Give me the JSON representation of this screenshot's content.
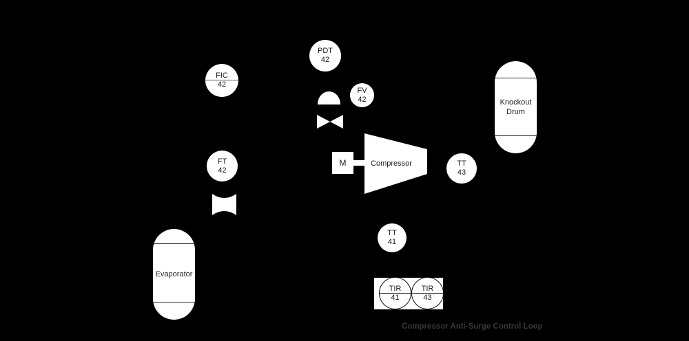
{
  "title": {
    "text": "Compressor Anti-Surge Control Loop",
    "color": "#383838"
  },
  "colors": {
    "background": "#000000",
    "shape_fill": "#ffffff",
    "outline": "#111111",
    "instrument_text": "#1b1b1b"
  },
  "instruments": [
    {
      "id": "FIC-42",
      "tag": "FIC",
      "num": "42"
    },
    {
      "id": "PDT-42",
      "tag": "PDT",
      "num": "42"
    },
    {
      "id": "FV-42",
      "tag": "FV",
      "num": "42"
    },
    {
      "id": "FT-42",
      "tag": "FT",
      "num": "42"
    },
    {
      "id": "TT-43",
      "tag": "TT",
      "num": "43"
    },
    {
      "id": "TT-41",
      "tag": "TT",
      "num": "41"
    },
    {
      "id": "TIR-41",
      "tag": "TIR",
      "num": "41"
    },
    {
      "id": "TIR-43",
      "tag": "TIR",
      "num": "43"
    }
  ],
  "equipment": {
    "compressor": {
      "label": "Compressor"
    },
    "motor": {
      "label": "M"
    },
    "knockout_drum": {
      "label": "Knockout Drum"
    },
    "evaporator": {
      "label": "Evaporator"
    }
  }
}
